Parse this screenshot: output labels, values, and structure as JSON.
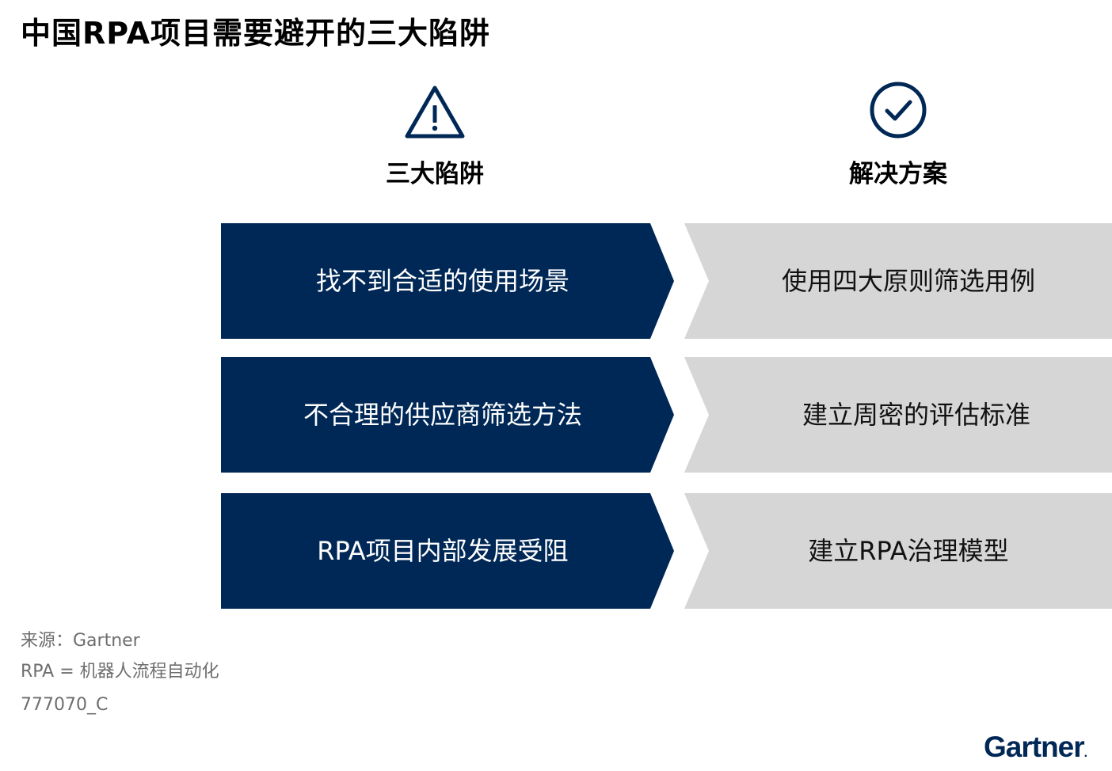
{
  "title": "中国RPA项目需要避开的三大陷阱",
  "columns": {
    "pitfalls": {
      "heading": "三大陷阱",
      "icon": "warning-triangle-icon"
    },
    "solutions": {
      "heading": "解决方案",
      "icon": "check-circle-icon"
    }
  },
  "rows": [
    {
      "pitfall": "找不到合适的使用场景",
      "solution": "使用四大原则筛选用例"
    },
    {
      "pitfall": "不合理的供应商筛选方法",
      "solution": "建立周密的评估标准"
    },
    {
      "pitfall": "RPA项目内部发展受阻",
      "solution": "建立RPA治理模型"
    }
  ],
  "footnotes": {
    "source": "来源：Gartner",
    "abbreviation": "RPA = 机器人流程自动化",
    "doc_id": "777070_C"
  },
  "brand": {
    "name": "Gartner",
    "dot": "."
  },
  "colors": {
    "pitfall_fill": "#002856",
    "solution_fill": "#d6d6d6",
    "icon_stroke": "#002856",
    "footnote_text": "#6e6e6e"
  }
}
